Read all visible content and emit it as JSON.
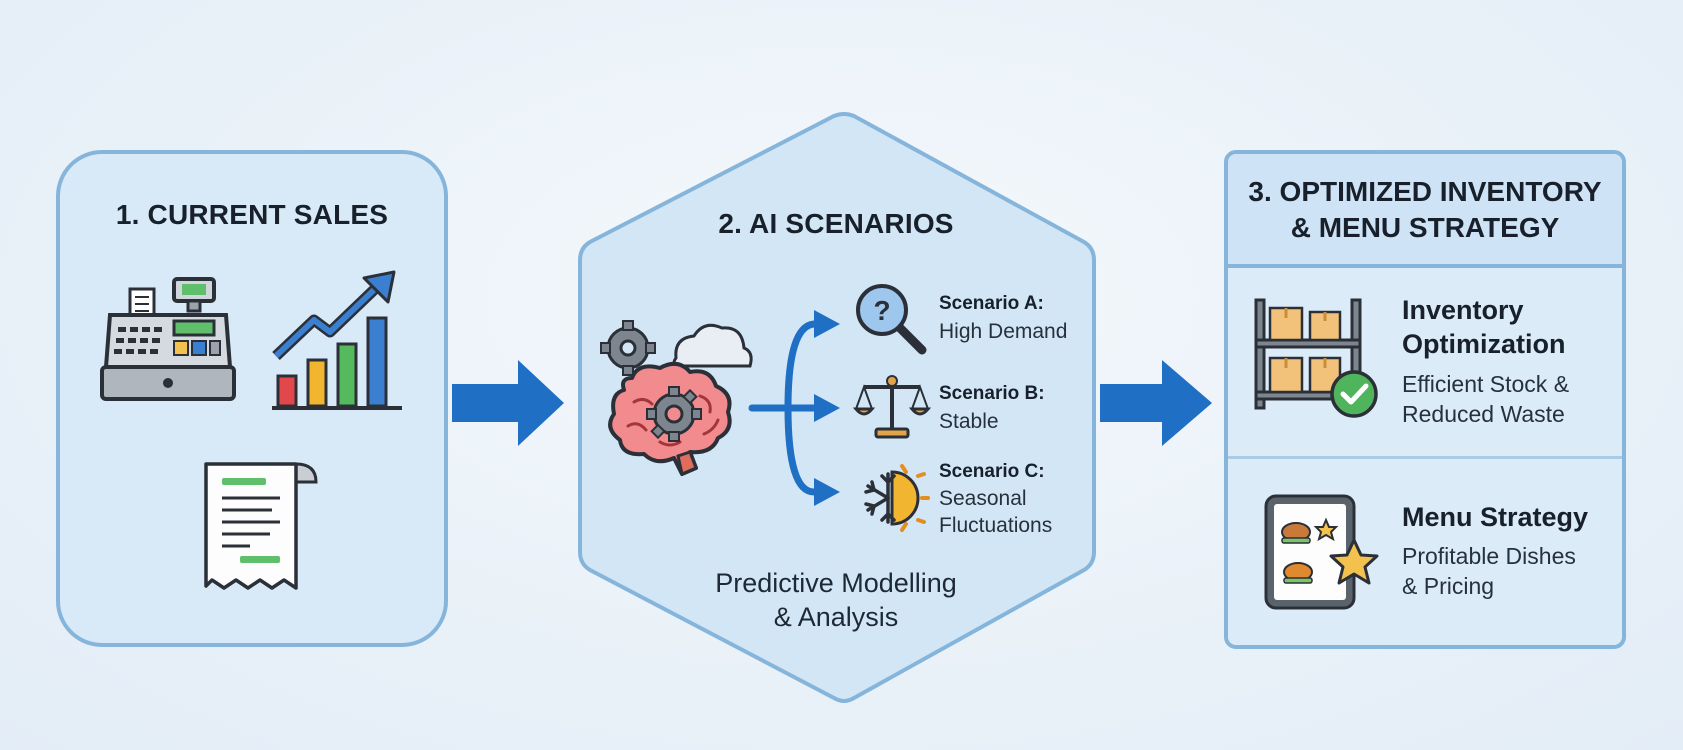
{
  "colors": {
    "accent_blue": "#1f6fc5",
    "panel_border": "#86b5dc",
    "panel_fill": "#d8e9f7"
  },
  "stage1": {
    "title": "1. CURRENT SALES",
    "icons": [
      "cash-register-icon",
      "growth-chart-icon",
      "receipt-icon"
    ]
  },
  "stage2": {
    "title": "2. AI SCENARIOS",
    "icons": [
      "brain-gears-icon",
      "cloud-icon"
    ],
    "scenarios": [
      {
        "title": "Scenario A:",
        "desc": "High Demand",
        "icon": "magnifier-question-icon"
      },
      {
        "title": "Scenario B:",
        "desc": "Stable",
        "icon": "balance-scale-icon"
      },
      {
        "title": "Scenario C:",
        "desc": "Seasonal Fluctuations",
        "desc_line1": "Seasonal",
        "desc_line2": "Fluctuations",
        "icon": "snow-sun-icon"
      }
    ],
    "caption_line1": "Predictive Modelling",
    "caption_line2": "& Analysis"
  },
  "stage3": {
    "title_line1": "3. OPTIMIZED INVENTORY",
    "title_line2": "& MENU STRATEGY",
    "items": [
      {
        "title_line1": "Inventory",
        "title_line2": "Optimization",
        "desc_line1": "Efficient Stock &",
        "desc_line2": "Reduced Waste",
        "icon": "warehouse-shelf-check-icon"
      },
      {
        "title_line1": "Menu Strategy",
        "desc_line1": "Profitable Dishes",
        "desc_line2": "& Pricing",
        "icon": "tablet-menu-star-icon"
      }
    ]
  }
}
